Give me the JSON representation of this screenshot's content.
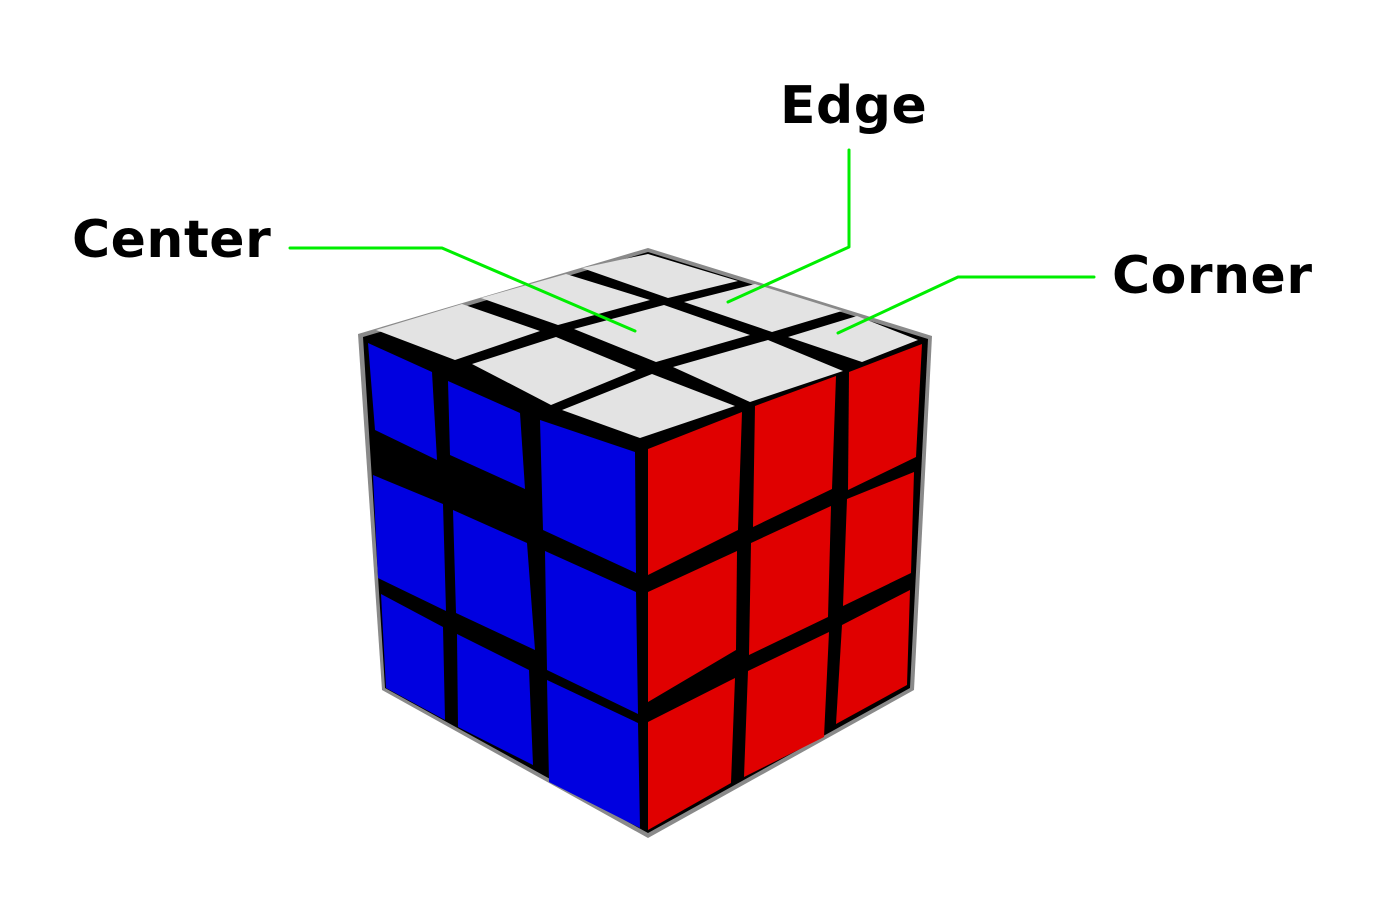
{
  "diagram": {
    "subject": "Rubik's cube piece types",
    "labels": {
      "center": "Center",
      "edge": "Edge",
      "corner": "Corner"
    },
    "colors": {
      "top_face": "#e3e3e3",
      "left_face": "#0000e0",
      "right_face": "#e00000",
      "grid_lines": "#000000",
      "outline": "#808080",
      "leader_lines": "#00ee00",
      "label_text": "#000000"
    },
    "faces": [
      "top (white)",
      "left (blue)",
      "right (red)"
    ],
    "grid": "3x3"
  }
}
